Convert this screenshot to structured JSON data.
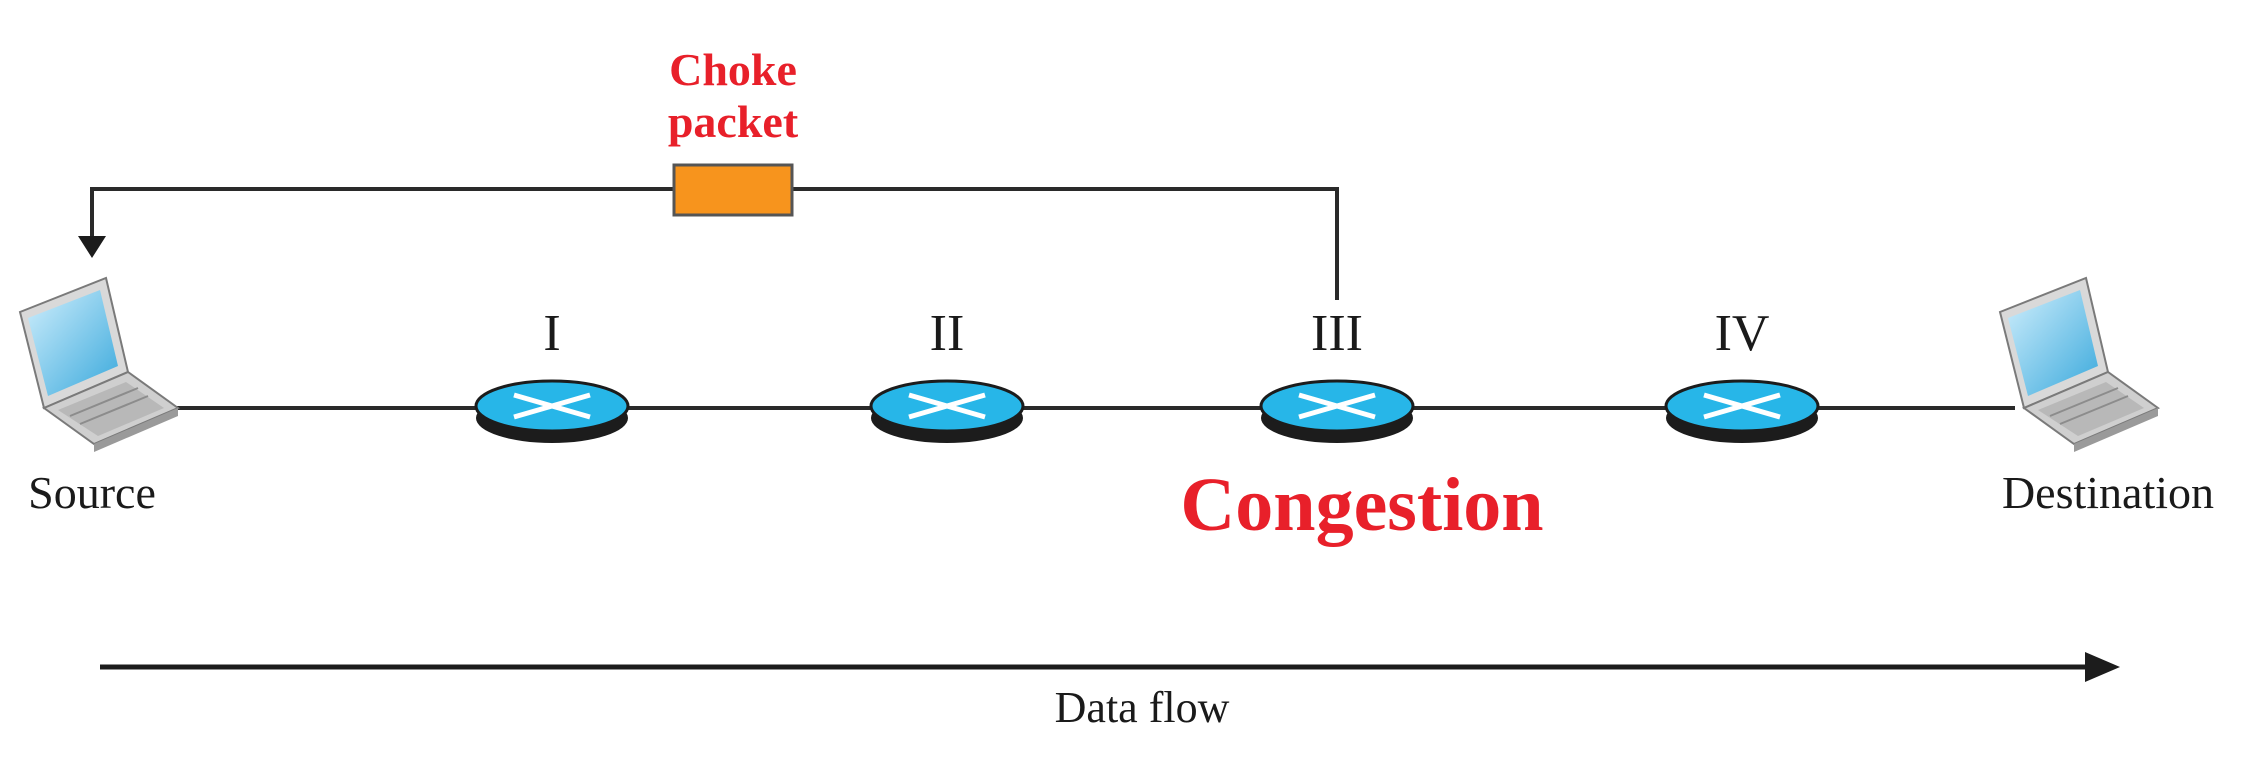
{
  "choke_packet": {
    "line1": "Choke",
    "line2": "packet"
  },
  "endpoints": {
    "source": "Source",
    "destination": "Destination"
  },
  "routers": [
    {
      "label": "I"
    },
    {
      "label": "II"
    },
    {
      "label": "III"
    },
    {
      "label": "IV"
    }
  ],
  "congestion": "Congestion",
  "data_flow": "Data flow",
  "colors": {
    "accent_red": "#e8202a",
    "packet_orange": "#f7941d",
    "router_blue": "#27b6e8",
    "router_dark": "#1c1c1c",
    "line": "#2a2a2a"
  },
  "icons": {
    "endpoint": "laptop-icon",
    "router": "router-icon"
  }
}
